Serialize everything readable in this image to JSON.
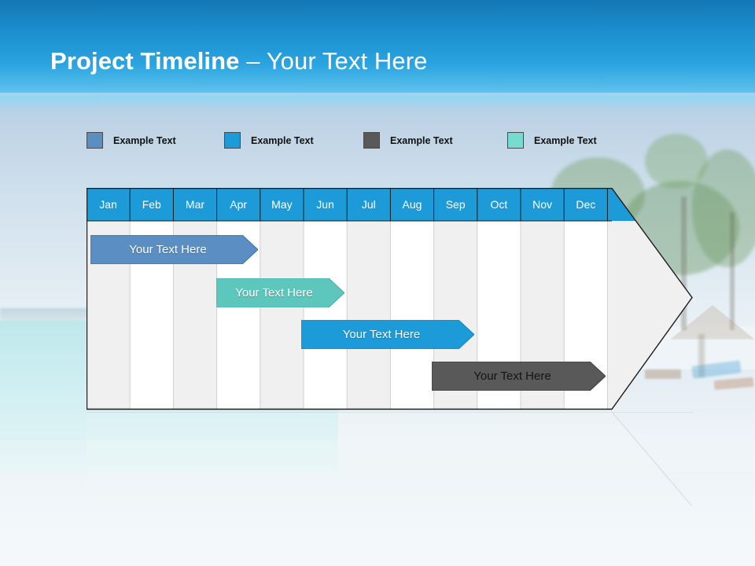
{
  "slide": {
    "title_bold": "Project Timeline",
    "title_rest": " – Your Text Here"
  },
  "legend": {
    "items": [
      {
        "label": "Example Text",
        "color": "#5b8fc4",
        "name": "legend-swatch-slate"
      },
      {
        "label": "Example Text",
        "color": "#1d9bd8",
        "name": "legend-swatch-blue"
      },
      {
        "label": "Example Text",
        "color": "#595959",
        "name": "legend-swatch-gray"
      },
      {
        "label": "Example Text",
        "color": "#5ec7bd",
        "name": "legend-swatch-teal"
      }
    ]
  },
  "chart_data": {
    "type": "bar",
    "title": "Project Timeline – Your Text Here",
    "xlabel": "",
    "ylabel": "",
    "categories": [
      "Jan",
      "Feb",
      "Mar",
      "Apr",
      "May",
      "Jun",
      "Jul",
      "Aug",
      "Sep",
      "Oct",
      "Nov",
      "Dec"
    ],
    "legend_position": "top-left",
    "grid": true,
    "series": [
      {
        "name": "Your  Text Here",
        "color": "#5b8fc4",
        "start_month": "Jan",
        "end_month": "Apr",
        "start_index": 0,
        "span": 3.6,
        "row": 0
      },
      {
        "name": "Your  Text Here",
        "color": "#5ec7bd",
        "start_month": "Apr",
        "end_month": "Jun",
        "start_index": 3,
        "span": 2.9,
        "row": 1
      },
      {
        "name": "Your  Text Here",
        "color": "#1d9bd8",
        "start_month": "Jun",
        "end_month": "Sep",
        "start_index": 5,
        "span": 4.0,
        "row": 2
      },
      {
        "name": "Your  Text Here",
        "color": "#595959",
        "start_month": "Sep",
        "end_month": "Dec",
        "start_index": 8,
        "span": 4.0,
        "row": 3
      }
    ]
  },
  "bars": [
    {
      "label": "Your  Text Here",
      "text_style": "light"
    },
    {
      "label": "Your  Text Here",
      "text_style": "light"
    },
    {
      "label": "Your  Text Here",
      "text_style": "light"
    },
    {
      "label": "Your  Text Here",
      "text_style": "dark"
    }
  ],
  "colors": {
    "header_blue": "#1d9bd8",
    "band_light": "#f0f0f0",
    "band_white": "#ffffff",
    "outline": "#1c1c1c",
    "banner_top": "#1477b5",
    "banner_bottom": "#9fd6f0"
  }
}
